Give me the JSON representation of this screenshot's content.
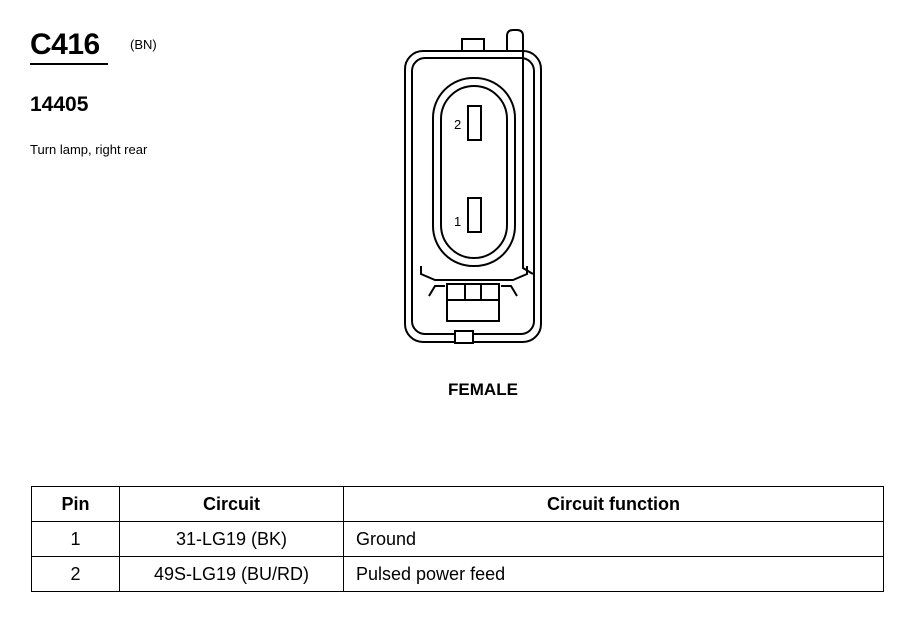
{
  "connector": {
    "id": "C416",
    "color_code": "(BN)",
    "part_number": "14405",
    "description": "Turn lamp, right rear",
    "gender": "FEMALE"
  },
  "face_view": {
    "pin_labels": [
      "2",
      "1"
    ]
  },
  "pin_table": {
    "headers": [
      "Pin",
      "Circuit",
      "Circuit function"
    ],
    "rows": [
      {
        "pin": "1",
        "circuit": "31-LG19 (BK)",
        "function": "Ground"
      },
      {
        "pin": "2",
        "circuit": "49S-LG19 (BU/RD)",
        "function": "Pulsed power feed"
      }
    ]
  }
}
